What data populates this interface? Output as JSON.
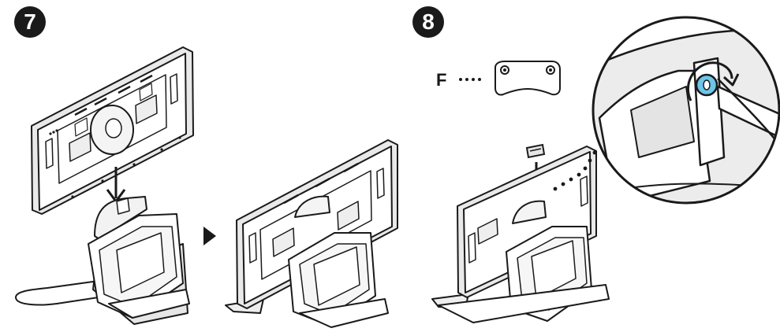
{
  "steps": [
    {
      "number": "7"
    },
    {
      "number": "8"
    }
  ],
  "part_callout": {
    "label": "F"
  },
  "colors": {
    "ink": "#1a1a1a",
    "fill": "#ffffff",
    "light_gray": "#ececec",
    "mid_gray": "#d6d6d6",
    "highlight_blue": "#6ec5e9"
  },
  "icons": [
    "down-arrow-icon",
    "next-arrow-icon",
    "rotate-arrow-icon",
    "screw-icon"
  ]
}
